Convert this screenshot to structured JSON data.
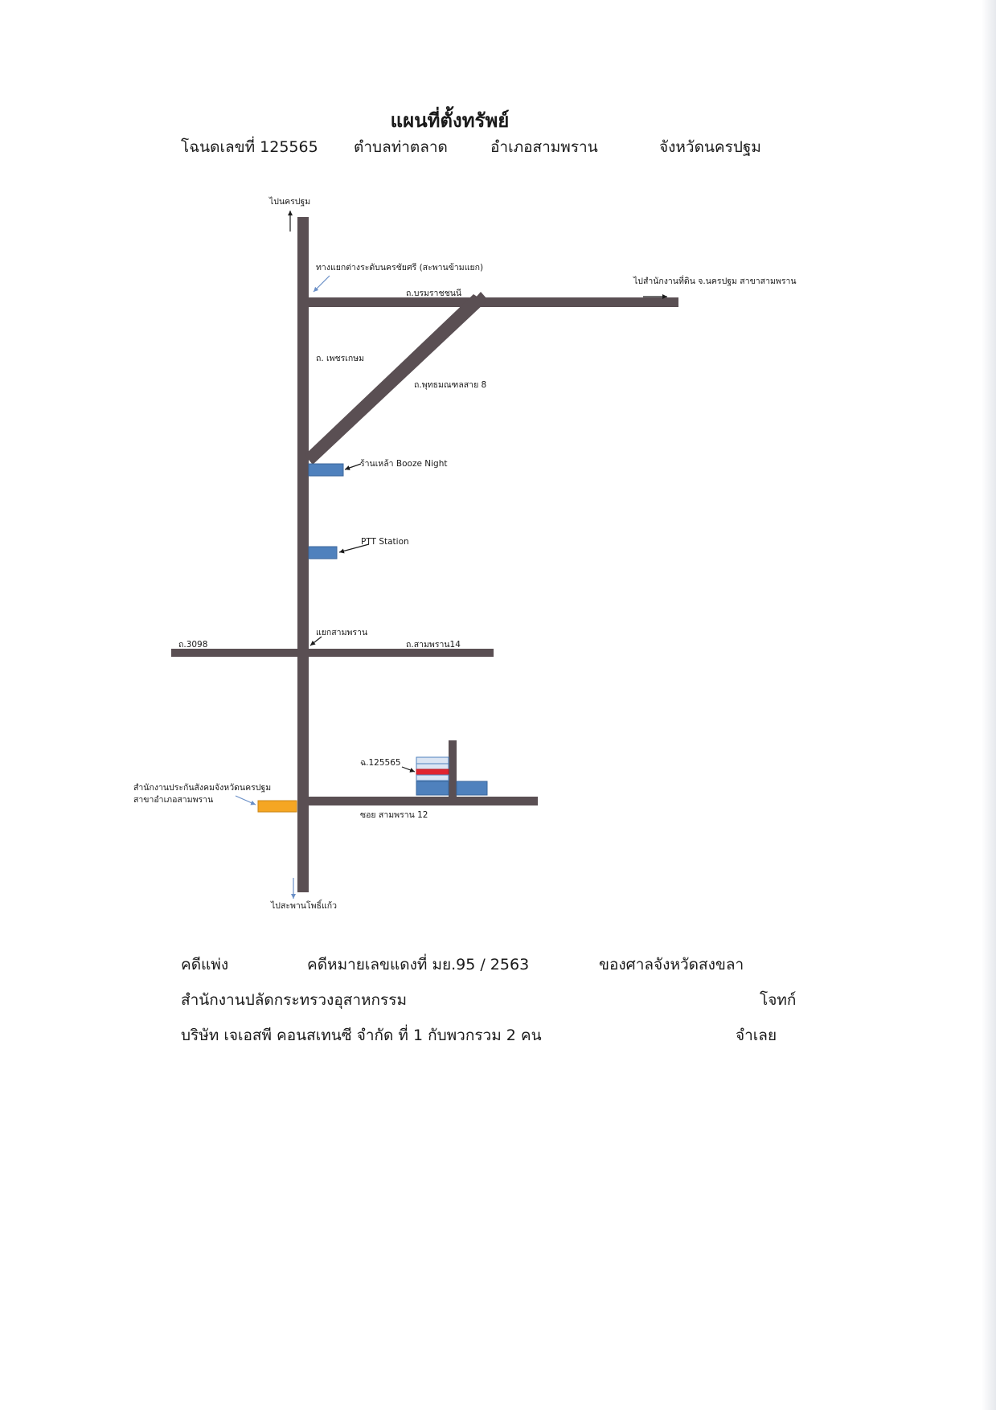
{
  "title": "แผนที่ตั้งทรัพย์",
  "header": {
    "deed": "โฉนดเลขที่ 125565",
    "subdistrict": "ตำบลท่าตลาด",
    "district": "อำเภอสามพราน",
    "province": "จังหวัดนครปฐม"
  },
  "map": {
    "to_nakhon_pathom": "ไปนครปฐม",
    "interchange": "ทางแยกต่างระดับนครชัยศรี (สะพานข้ามแยก)",
    "road_borommaratchachonnani": "ถ.บรมราชชนนี",
    "to_land_office": "ไปสำนักงานที่ดิน จ.นครปฐม สาขาสามพราน",
    "road_phetkasem": "ถ. เพชรเกษม",
    "road_phutthamonthon": "ถ.พุทธมณฑลสาย 8",
    "booze_night": "ร้านเหล้า Booze Night",
    "ptt_station": "PTT Station",
    "sam_phran_junction": "แยกสามพราน",
    "road_3098": "ถ.3098",
    "road_sam_phran_14": "ถ.สามพราน14",
    "plot_deed": "ฉ.125565",
    "social_security_line1": "สำนักงานประกันสังคมจังหวัดนครปฐม",
    "social_security_line2": "สาขาอำเภอสามพราน",
    "soi_sam_phran_12": "ซอย สามพราน 12",
    "to_pho_kaeo_bridge": "ไปสะพานโพธิ์แก้ว",
    "colors": {
      "road": "#5a4f53",
      "landmark": "#4f81bd",
      "social_security": "#f5a623",
      "plot_highlight": "#e0242f",
      "plot_light": "#dbe5f3"
    }
  },
  "footer": {
    "case_type": "คดีแพ่ง",
    "case_number": "คดีหมายเลขแดงที่ มย.95 / 2563",
    "court": "ของศาลจังหวัดสงขลา",
    "plaintiff_name": "สำนักงานปลัดกระทรวงอุสาหกรรม",
    "plaintiff_role": "โจทก์",
    "defendant_name": "บริษัท เจเอสพี  คอนสเทนซี  จำกัด  ที่ 1 กับพวกรวม 2 คน",
    "defendant_role": "จำเลย"
  }
}
